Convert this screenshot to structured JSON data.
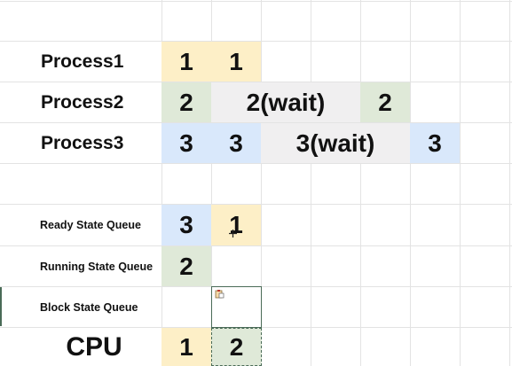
{
  "grid": {
    "cols": 11,
    "rows": 9
  },
  "process_rows": [
    {
      "label": "Process1",
      "cells": [
        {
          "text": "1",
          "color": "#fdefc7"
        },
        {
          "text": "1",
          "color": "#fdefc7"
        }
      ]
    },
    {
      "label": "Process2",
      "cells": [
        {
          "text": "2",
          "color": "#dfe9d8"
        },
        {
          "text": "2(wait)",
          "color": "#f0eff0"
        },
        {
          "text": "2",
          "color": "#dfe9d8"
        }
      ]
    },
    {
      "label": "Process3",
      "cells": [
        {
          "text": "3",
          "color": "#d9e8fb"
        },
        {
          "text": "3",
          "color": "#d9e8fb"
        },
        {
          "text": "3(wait)",
          "color": "#f0eff0"
        },
        {
          "text": "3",
          "color": "#d9e8fb"
        }
      ]
    }
  ],
  "queues": {
    "ready": {
      "label": "Ready State Queue",
      "values": [
        "3",
        "1"
      ]
    },
    "running": {
      "label": "Running State Queue",
      "values": [
        "2"
      ]
    },
    "block": {
      "label": "Block State Queue",
      "values": []
    }
  },
  "cpu": {
    "label": "CPU",
    "values": [
      "1",
      "2"
    ]
  },
  "colors": {
    "process1": "#fdefc7",
    "process2": "#dfe9d8",
    "process3": "#d9e8fb",
    "wait": "#f0eff0",
    "selection_border": "#4a6b57",
    "gridline": "#e3e3e3"
  },
  "icons": {
    "paste_options": "paste-options-icon",
    "cursor": "move-cursor-icon"
  }
}
